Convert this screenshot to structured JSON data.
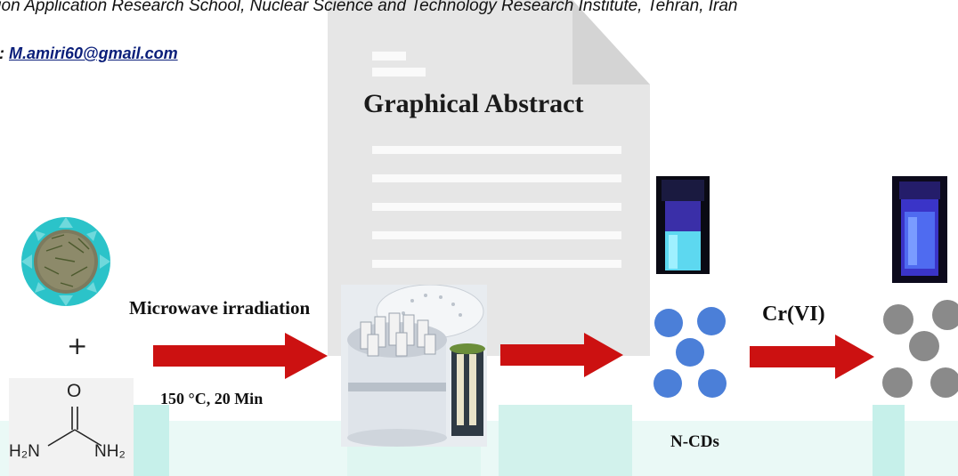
{
  "header": {
    "affiliation": "tion Application Research School, Nuclear Science and Technology Research Institute, Tehran, Iran",
    "email_prefix": "l: ",
    "email": "M.amiri60@gmail.com"
  },
  "figure": {
    "title": "Graphical Abstract",
    "plus_sign": "+",
    "microwave_label": "Microwave irradiation",
    "conditions_label": "150 °C, 20 Min",
    "cr_label": "Cr(VI)",
    "ncd_label": "N-CDs",
    "urea": {
      "oxygen": "O",
      "left_group": "H₂N",
      "right_group": "NH₂"
    }
  },
  "colors": {
    "arrow_red": "#cc1111",
    "dot_blue": "#4b7fd8",
    "dot_gray": "#8a8a8a",
    "watermark_gray": "#e4e4e4",
    "watermark_cyan": "#c8f3ee",
    "vial_glow": "#5dd8f0"
  }
}
